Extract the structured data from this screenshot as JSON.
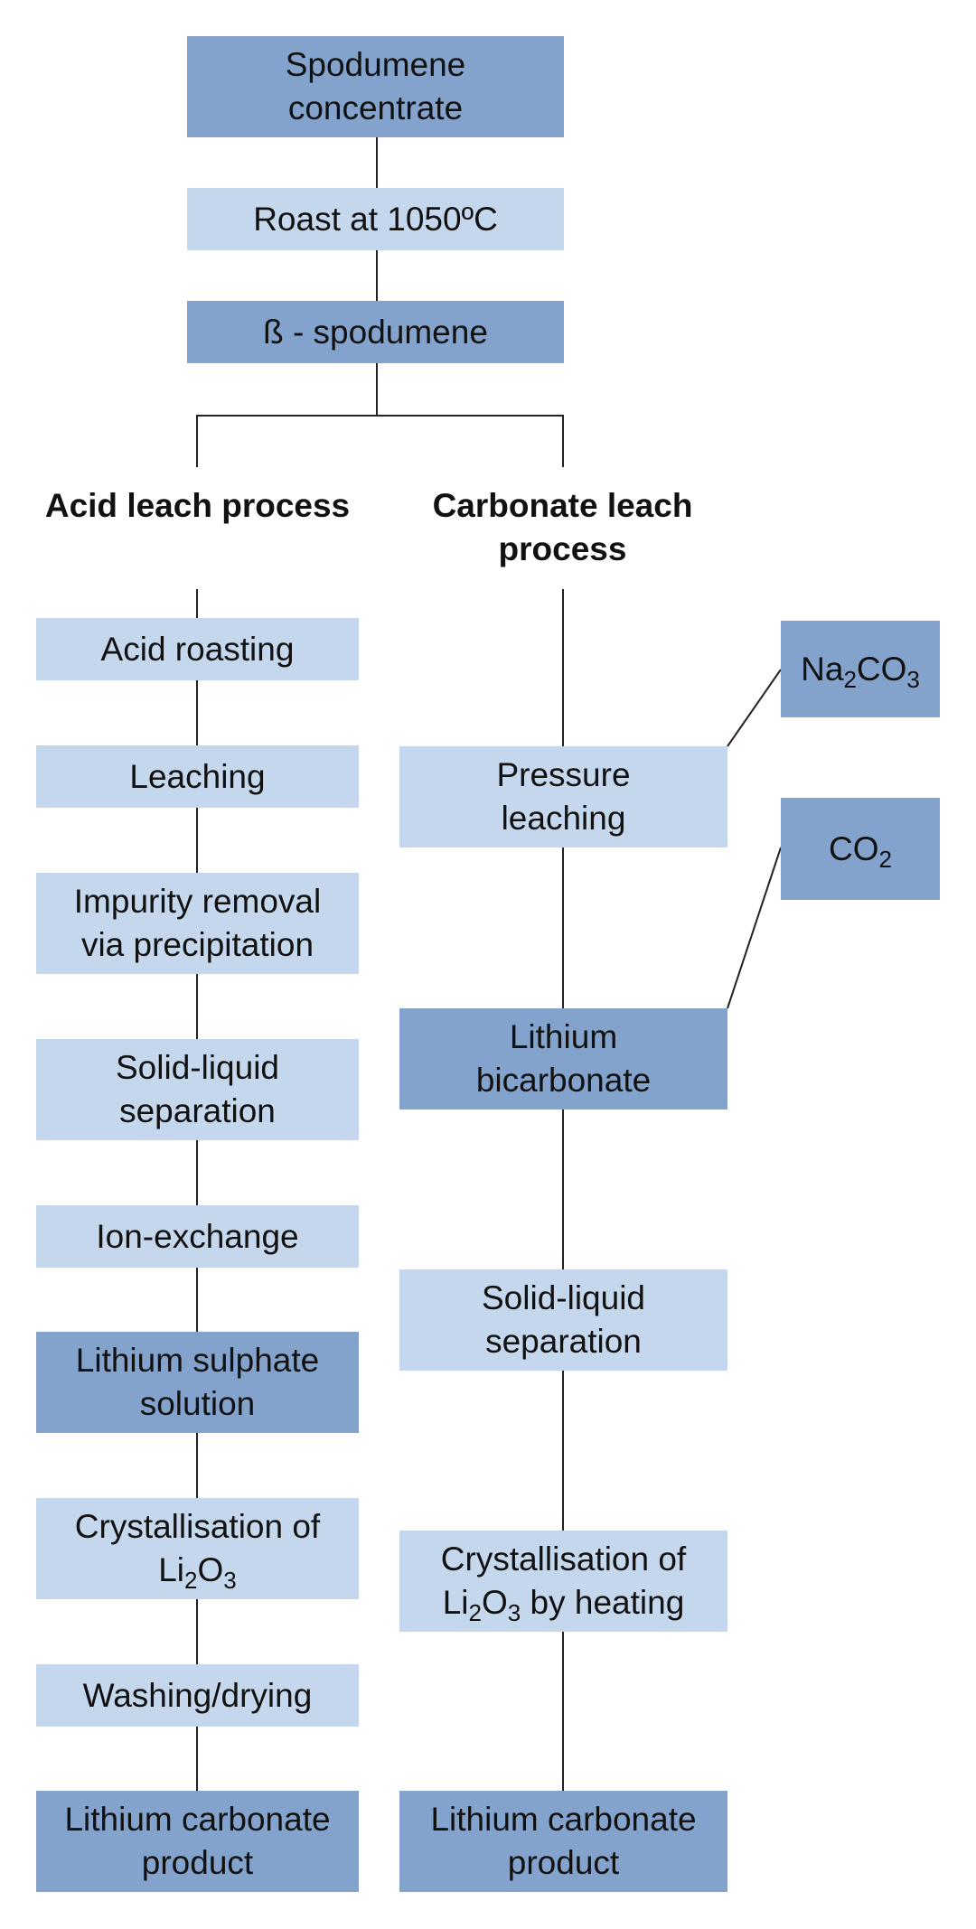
{
  "colors": {
    "light_box": "#c5d7ec",
    "dark_box": "#83a3cc",
    "line": "#222222",
    "text": "#111111"
  },
  "top": {
    "concentrate": [
      "Spodumene",
      "concentrate"
    ],
    "roast": "Roast at 1050ºC",
    "beta": "ß - spodumene"
  },
  "acid": {
    "heading": [
      "Acid leach",
      "process"
    ],
    "acid_roasting": "Acid roasting",
    "leaching": "Leaching",
    "impurity": [
      "Impurity removal",
      "via precipitation"
    ],
    "solid_liquid": [
      "Solid-liquid",
      "separation"
    ],
    "ion_exchange": "Ion-exchange",
    "sulphate": [
      "Lithium sulphate",
      "solution"
    ],
    "crystal": {
      "line1": "Crystallisation of",
      "pre": "Li",
      "sub1": "2",
      "mid": "O",
      "sub2": "3",
      "post": ""
    },
    "washing": "Washing/drying",
    "product": [
      "Lithium carbonate",
      "product"
    ]
  },
  "carbonate": {
    "heading": [
      "Carbonate leach",
      "process"
    ],
    "pressure": [
      "Pressure",
      "leaching"
    ],
    "bicarbonate": [
      "Lithium",
      "bicarbonate"
    ],
    "solid_liquid": [
      "Solid-liquid",
      "separation"
    ],
    "crystal": {
      "line1": "Crystallisation of",
      "pre": "Li",
      "sub1": "2",
      "mid": "O",
      "sub2": "3",
      "post": " by heating"
    },
    "product": [
      "Lithium carbonate",
      "product"
    ]
  },
  "reagents": {
    "na2co3": {
      "a": "Na",
      "s1": "2",
      "b": "CO",
      "s2": "3"
    },
    "co2": {
      "a": "CO",
      "s1": "2"
    }
  }
}
